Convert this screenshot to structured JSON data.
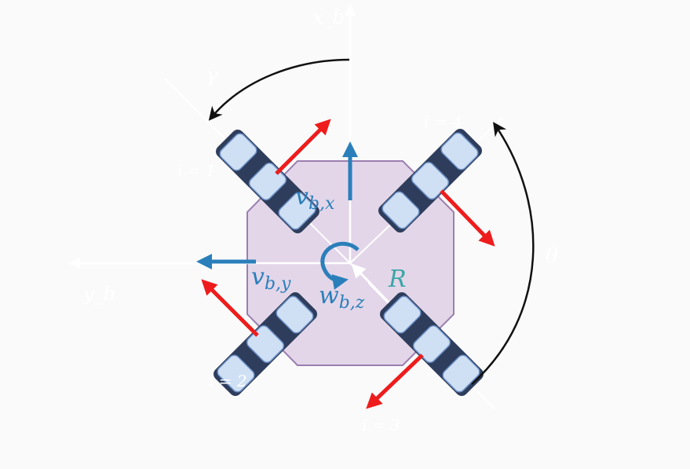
{
  "diagram": {
    "axes": {
      "x_label": "x_b",
      "y_label": "y_b"
    },
    "angles": {
      "gamma": "γ",
      "theta": "θ"
    },
    "wheels": [
      {
        "label": "i = 1"
      },
      {
        "label": "i = 2"
      },
      {
        "label": "i = 3"
      },
      {
        "label": "i = 4"
      }
    ],
    "vectors": {
      "vx_base": "v",
      "vx_sub": "b,x",
      "vy_base": "v",
      "vy_sub": "b,y",
      "wz_base": "w",
      "wz_sub": "b,z",
      "radius": "R"
    },
    "colors": {
      "body_fill": "#e3d6e9",
      "body_stroke": "#9b7fb0",
      "velocity": "#2a7fba",
      "radius_label": "#3aa6a6",
      "roller_dark": "#2e3d5c",
      "roller_light": "#cfe0f5",
      "wheel_arrow": "#ee1c1c"
    }
  }
}
